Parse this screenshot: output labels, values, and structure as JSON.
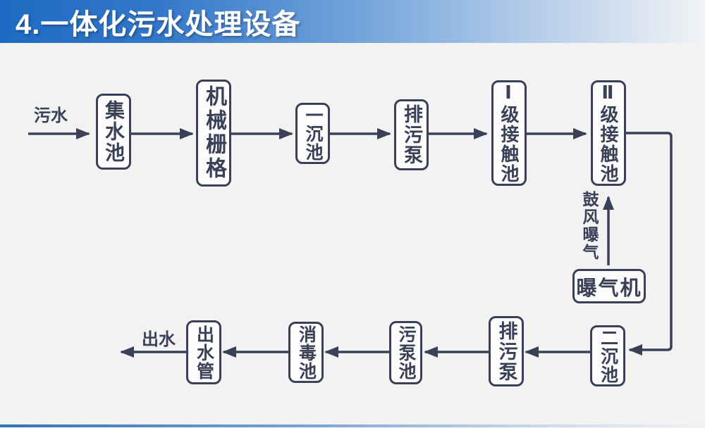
{
  "header": {
    "title": "4.一体化污水处理设备"
  },
  "flow": {
    "labels": {
      "inflow": "污水",
      "outflow": "出水",
      "aeration": "鼓风曝气"
    },
    "nodes": {
      "collection_tank": "集水池",
      "mechanical_grid": "机械栅格",
      "primary_sedimentation_tank": "一沉池",
      "sewage_pump_top": "排污泵",
      "contact_tank_1": "Ⅰ级接触池",
      "contact_tank_2": "Ⅱ级接触池",
      "aerator": "曝气机",
      "secondary_sedimentation_tank": "二沉池",
      "sewage_pump_bottom": "排污泵",
      "sludge_pump_tank": "污泵池",
      "disinfection_tank": "消毒池",
      "outlet_pipe": "出水管"
    }
  },
  "colors": {
    "accent_navy": "#3a4156",
    "header_blue": "#1e6ac2",
    "background": "#f2f2f3",
    "node_fill": "#fcfcfd"
  }
}
